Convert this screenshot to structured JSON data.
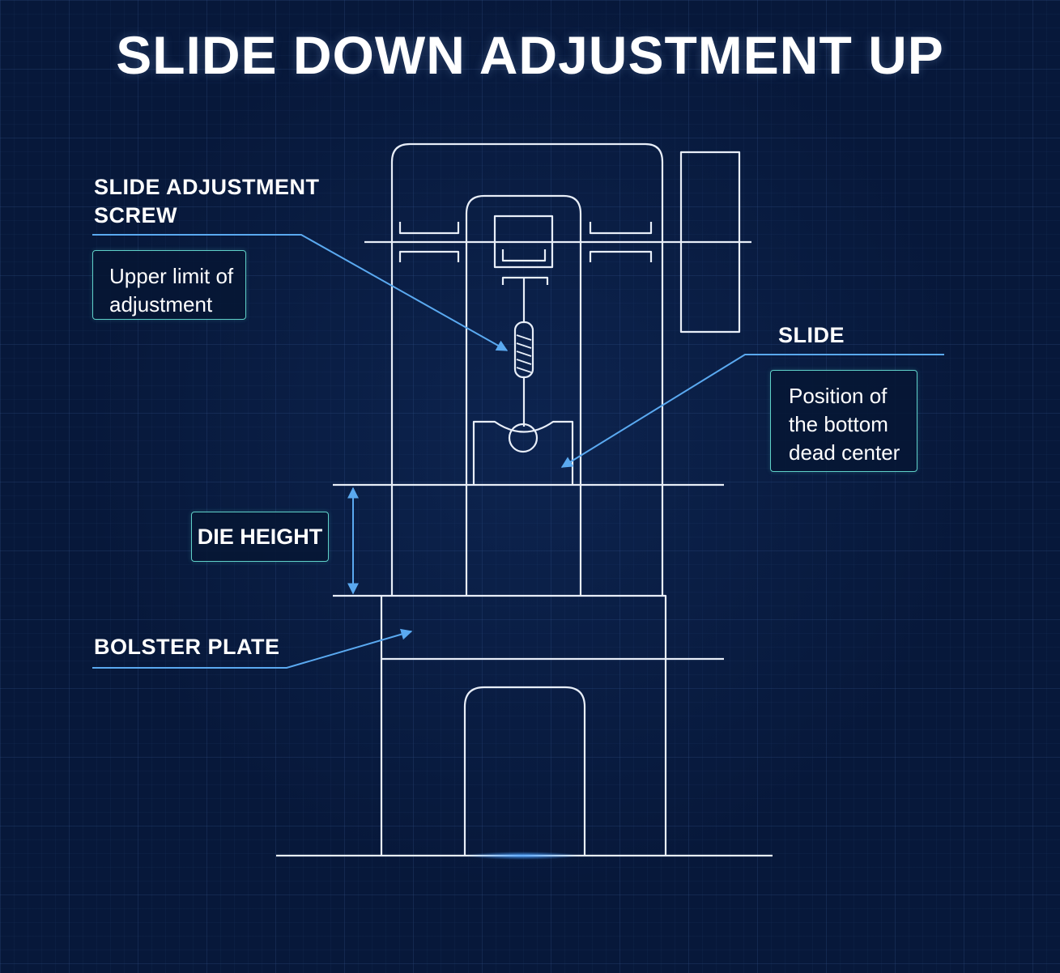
{
  "title": "SLIDE DOWN ADJUSTMENT UP",
  "labels": {
    "slide_adjustment_screw": "SLIDE ADJUSTMENT\nSCREW",
    "upper_limit_note": "Upper limit of\nadjustment",
    "slide": "SLIDE",
    "bottom_dead_center_note": "Position of\nthe bottom\ndead center",
    "die_height": "DIE HEIGHT",
    "bolster_plate": "BOLSTER PLATE"
  },
  "colors": {
    "background": "#07183a",
    "line": "#e8eef8",
    "leader": "#5aa9f0",
    "box_border": "#5fd0c8"
  }
}
